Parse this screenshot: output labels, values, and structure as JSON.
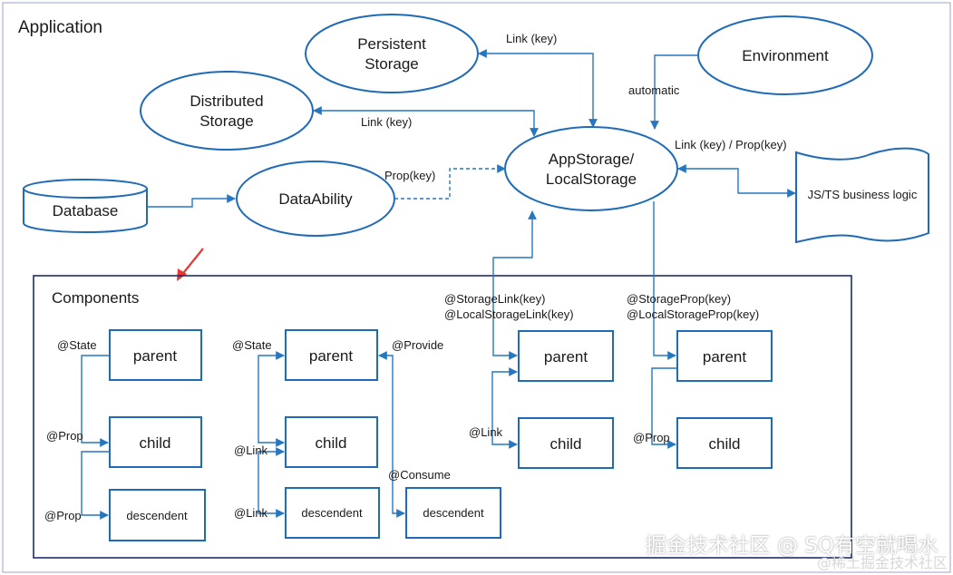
{
  "diagram": {
    "application_label": "Application",
    "components_label": "Components",
    "nodes": {
      "persistent_storage": [
        "Persistent",
        "Storage"
      ],
      "distributed_storage": [
        "Distributed",
        "Storage"
      ],
      "environment": "Environment",
      "appstorage": [
        "AppStorage/",
        "LocalStorage"
      ],
      "database": "Database",
      "dataability": "DataAbility",
      "business_logic": "JS/TS business logic"
    },
    "edge_labels": {
      "link_key_persistent": "Link (key)",
      "link_key_distributed": "Link (key)",
      "automatic": "automatic",
      "link_prop_key": "Link (key) / Prop(key)",
      "prop_key": "Prop(key)",
      "storage_link": [
        "@StorageLink(key)",
        "@LocalStorageLink(key)"
      ],
      "storage_prop": [
        "@StorageProp(key)",
        "@LocalStorageProp(key)"
      ]
    },
    "groups": [
      {
        "parent": "parent",
        "child": "child",
        "descendent": "descendent",
        "decorators": [
          "@State",
          "@Prop",
          "@Prop"
        ]
      },
      {
        "parent": "parent",
        "child": "child",
        "descendent": "descendent",
        "decorators": [
          "@State",
          "@Link",
          "@Link"
        ]
      },
      {
        "descendent": "descendent",
        "decorators": [
          "@Provide",
          "@Consume"
        ]
      },
      {
        "parent": "parent",
        "child": "child",
        "decorators": [
          "@Link"
        ]
      },
      {
        "parent": "parent",
        "child": "child",
        "decorators": [
          "@Prop"
        ]
      }
    ]
  },
  "watermark": {
    "main": "掘金技术社区 @ SQ有空就喝水",
    "sub": "@稀土掘金技术社区"
  },
  "colors": {
    "shape_stroke": "#1f6bb5",
    "edge": "#2677c0",
    "arrow_marker": "#e53935"
  }
}
